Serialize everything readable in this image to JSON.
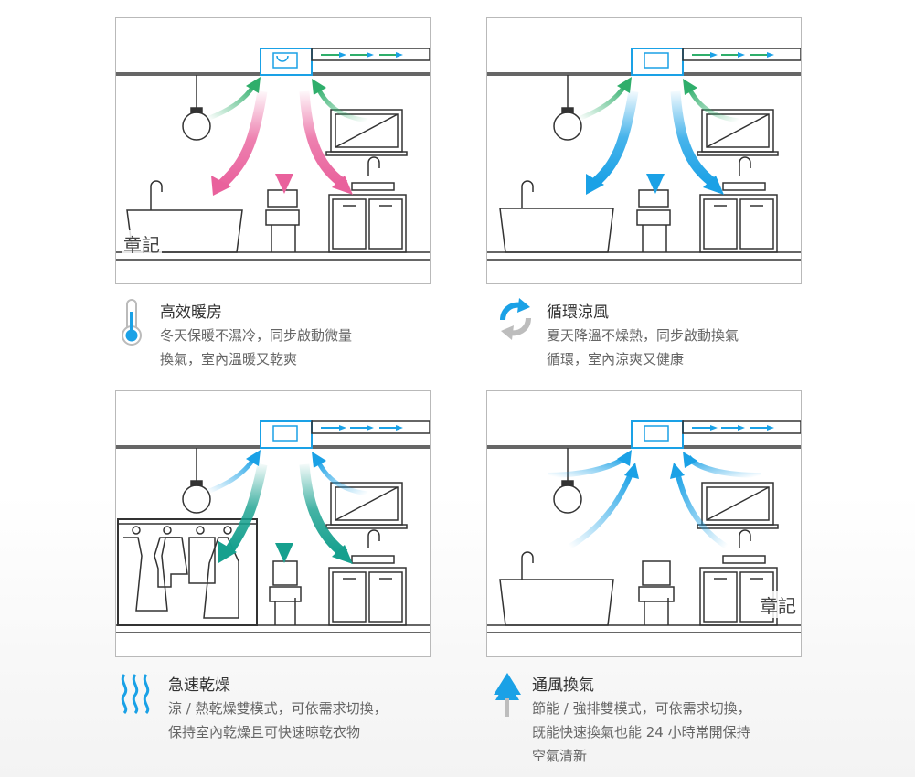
{
  "panels": [
    {
      "id": "heating",
      "watermark": "章記",
      "title": "高效暖房",
      "desc": [
        "冬天保暖不濕冷，同步啟動微量",
        "換氣，室內溫暖又乾爽"
      ],
      "icon": "thermometer-icon",
      "accent": "#e9619c"
    },
    {
      "id": "cooling",
      "watermark": "",
      "title": "循環涼風",
      "desc": [
        "夏天降溫不燥熱，同步啟動換氣",
        "循環，室內涼爽又健康"
      ],
      "icon": "circulation-arrows-icon",
      "accent": "#1aa1e6"
    },
    {
      "id": "drying",
      "watermark": "",
      "title": "急速乾燥",
      "desc": [
        "涼 / 熱乾燥雙模式，可依需求切換，",
        "保持室內乾燥且可快速晾乾衣物"
      ],
      "icon": "heat-waves-icon",
      "accent": "#16a08e"
    },
    {
      "id": "ventilation",
      "watermark": "章記",
      "title": "通風換氣",
      "desc": [
        "節能 / 強排雙模式，可依需求切換，",
        "既能快速換氣也能 24 小時常開保持",
        "空氣清新"
      ],
      "icon": "up-arrow-icon",
      "accent": "#1aa1e6"
    }
  ]
}
